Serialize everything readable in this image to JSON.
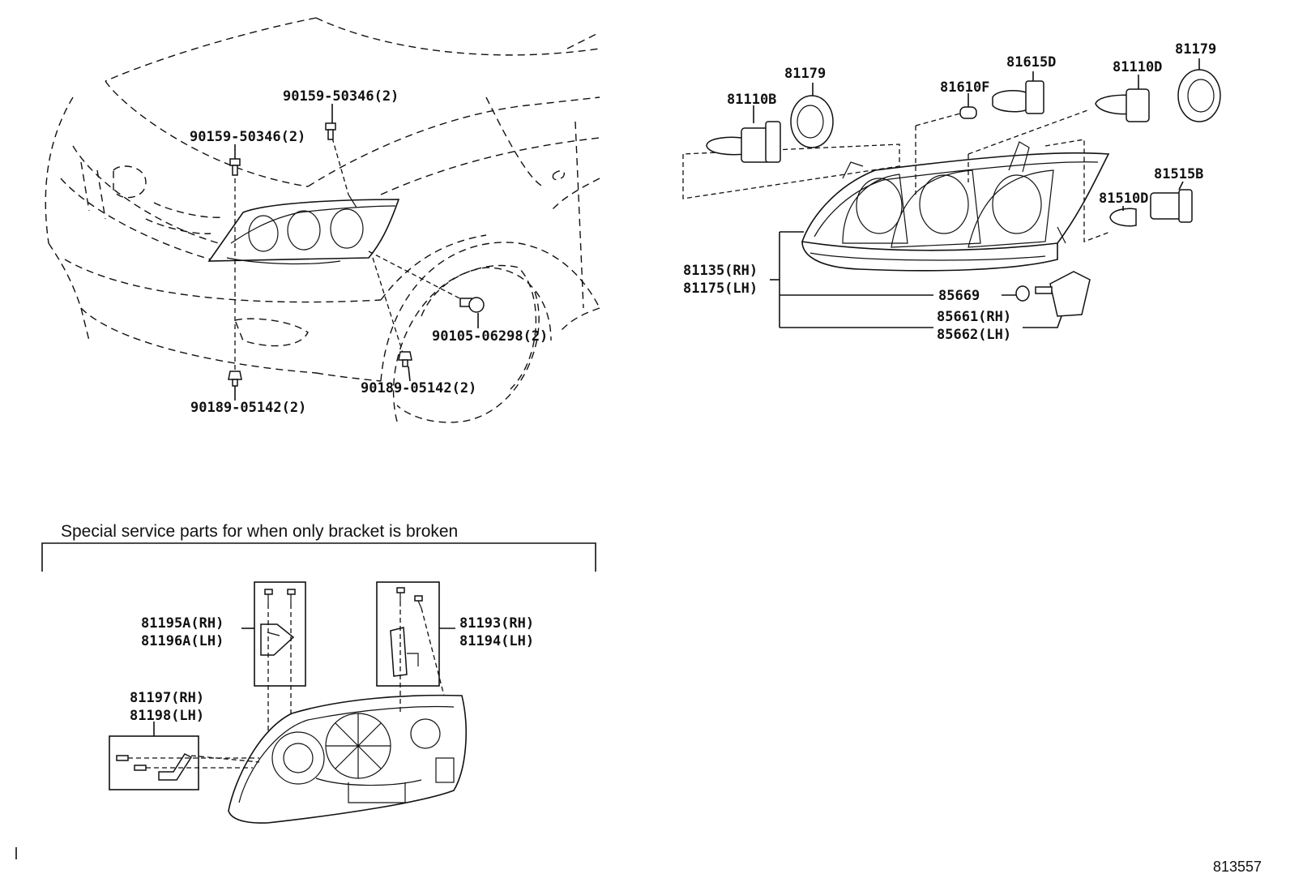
{
  "figure_number": "813557",
  "note": "Special service parts for when only bracket is broken",
  "labels": {
    "p90159_top": "90159-50346(2)",
    "p90159_left": "90159-50346(2)",
    "p90105": "90105-06298(2)",
    "p90189_mid": "90189-05142(2)",
    "p90189_bottom": "90189-05142(2)",
    "p81179_left": "81179",
    "p81110b": "81110B",
    "p81610f": "81610F",
    "p81615d": "81615D",
    "p81110d": "81110D",
    "p81179_right": "81179",
    "p81515b": "81515B",
    "p81510d": "81510D",
    "p81135": "81135(RH)",
    "p81175": "81175(LH)",
    "p85669": "85669",
    "p85661": "85661(RH)",
    "p85662": "85662(LH)",
    "p81195a": "81195A(RH)",
    "p81196a": "81196A(LH)",
    "p81193": "81193(RH)",
    "p81194": "81194(LH)",
    "p81197": "81197(RH)",
    "p81198": "81198(LH)"
  }
}
